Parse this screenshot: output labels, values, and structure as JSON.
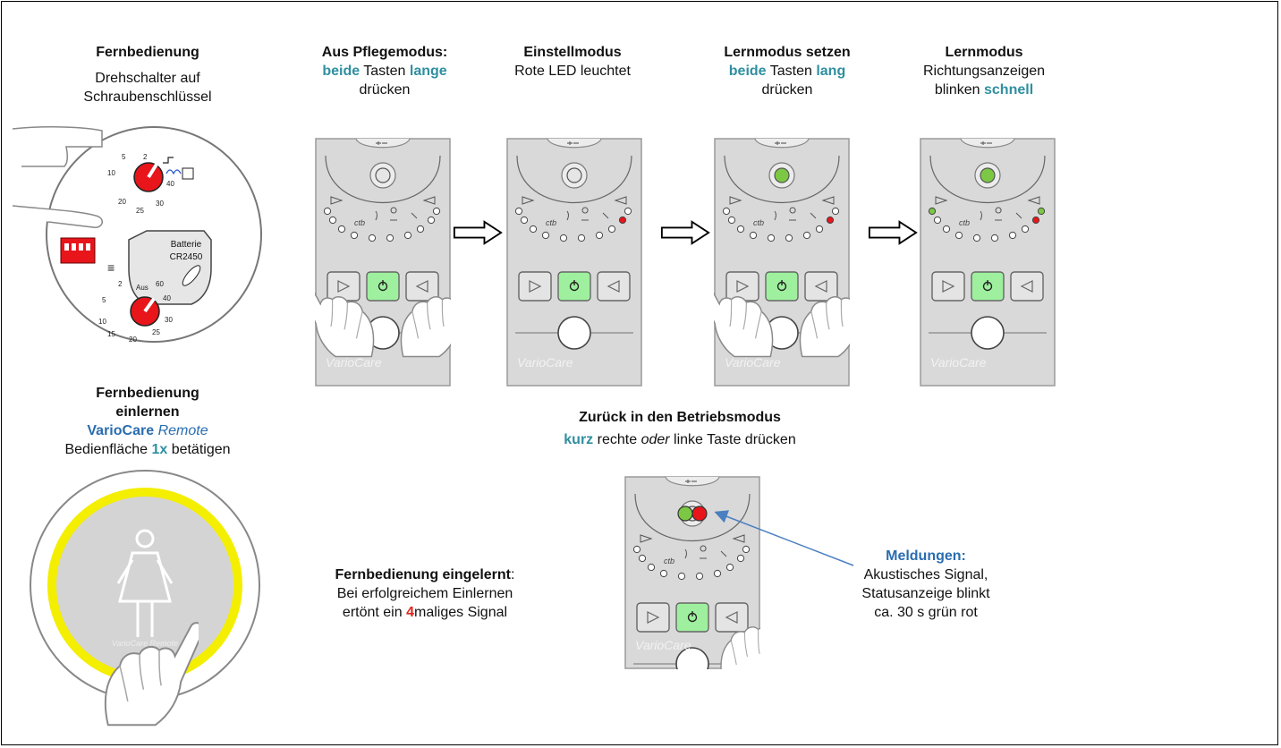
{
  "colors": {
    "panel": "#d9d9d9",
    "panel_stroke": "#9a9a9a",
    "accent_teal": "#2f8fa0",
    "accent_blue": "#2a6db0",
    "led_red": "#e8151b",
    "led_green": "#7cc844",
    "button_green": "#9ef09e",
    "ring_yellow": "#f4ee00",
    "arrow_line": "#4a7fc0"
  },
  "left": {
    "title": "Fernbedienung",
    "line1": "Drehschalter auf",
    "line2": "Schraubenschlüssel",
    "dial_labels": {
      "top": [
        "5",
        "2",
        "10",
        "40",
        "20",
        "30",
        "25"
      ],
      "bottom": [
        "2",
        "Aus",
        "60",
        "5",
        "40",
        "10",
        "30",
        "15",
        "25",
        "20"
      ]
    },
    "battery_line1": "Batterie",
    "battery_line2": "CR2450",
    "teach_title1": "Fernbedienung",
    "teach_title2": "einlernen",
    "brand": "VarioCare",
    "remote": "Remote",
    "press_pre": "Bedienfläche",
    "press_count": "1x",
    "press_post": "betätigen",
    "round_brand": "VarioCare Remote"
  },
  "steps": [
    {
      "title": "Aus Pflegemodus:",
      "w1": "beide",
      "w2": "Tasten",
      "w3": "lange",
      "line3": "drücken"
    },
    {
      "title": "Einstellmodus",
      "line2": "Rote LED leuchtet"
    },
    {
      "title": "Lernmodus setzen",
      "w1": "beide",
      "w2": "Tasten",
      "w3": "lang",
      "line3": "drücken"
    },
    {
      "title": "Lernmodus",
      "line2": "Richtungsanzeigen",
      "line3a": "blinken",
      "line3b": "schnell"
    }
  ],
  "panel": {
    "brand": "VarioCare",
    "mark_ctb": "ctb"
  },
  "back": {
    "title": "Zurück in den Betriebsmodus",
    "w_kurz": "kurz",
    "mid": "rechte",
    "oder": "oder",
    "end": "linke Taste drücken"
  },
  "learned": {
    "title": "Fernbedienung eingelernt",
    "colon": ":",
    "line2": "Bei erfolgreichem Einlernen",
    "line3a": "ertönt ein",
    "line3num": "4",
    "line3b": "maliges Signal"
  },
  "messages": {
    "title": "Meldungen:",
    "line2": "Akustisches Signal,",
    "line3": "Statusanzeige blinkt",
    "line4": "ca. 30 s grün rot"
  }
}
